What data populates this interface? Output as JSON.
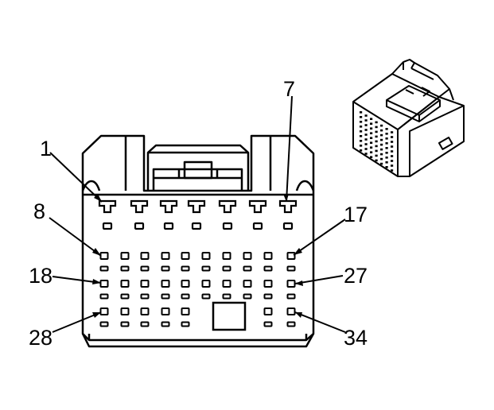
{
  "diagram": {
    "pin_labels": {
      "p1": "1",
      "p7": "7",
      "p8": "8",
      "p17": "17",
      "p18": "18",
      "p27": "27",
      "p28": "28",
      "p34": "34"
    }
  }
}
